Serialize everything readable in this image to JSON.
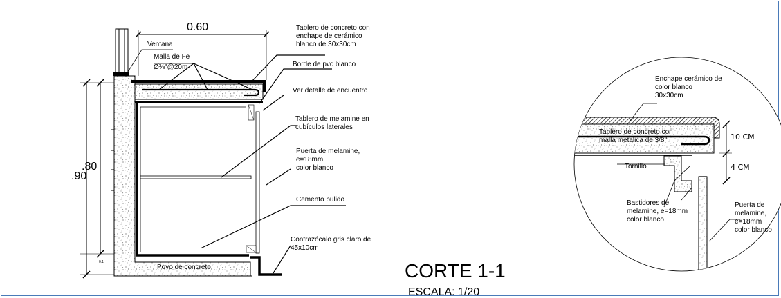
{
  "labels": {
    "ventana": "Ventana",
    "malla_fe": "Malla de Fe",
    "malla_spec": "Ø⅜\"@20m",
    "tablero_concreto": [
      "Tablero de concreto con",
      "enchape de cerámico",
      "blanco de 30x30cm"
    ],
    "borde_pvc": "Borde de pvc blanco",
    "ver_detalle": "Ver detalle de encuentro",
    "tablero_melamine": [
      "Tablero de melamine en",
      "cubículos laterales"
    ],
    "puerta_melamine": [
      "Puerta de melamine,",
      "e=18mm",
      "color blanco"
    ],
    "cemento_pulido": "Cemento pulido",
    "contrazocalo": [
      "Contrazócalo gris claro de",
      "45x10cm"
    ],
    "poyo_concreto": "Poyo de concreto"
  },
  "dimensions": {
    "top_width": "0.60",
    "height_outer": ".90",
    "height_inner": ".80",
    "base": "0.1"
  },
  "detail": {
    "enchape": [
      "Enchape cerámico de",
      "color blanco",
      "30x30cm"
    ],
    "tablero": [
      "Tablero de concreto con",
      "malla metalica de 3/8\""
    ],
    "dim_10cm": "10 CM",
    "dim_4cm": "4 CM",
    "tornillo": "Tornillo",
    "bastidores": [
      "Bastidores de",
      "melamine, e=18mm",
      "color blanco"
    ],
    "puerta": [
      "Puerta de",
      "melamine,",
      "e=18mm",
      "color blanco"
    ]
  },
  "title": {
    "main": "CORTE 1-1",
    "scale": "ESCALA: 1/20"
  }
}
